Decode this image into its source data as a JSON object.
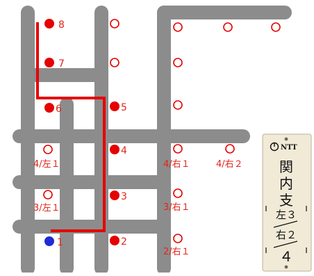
{
  "colors": {
    "road": "#8c8c8c",
    "route": "#e60000",
    "pole_red": "#e60000",
    "pole_blue": "#1f2bd6",
    "plate_bg": "#f1ead7",
    "plate_ink": "#111111"
  },
  "markers": [
    {
      "id": "pole-8",
      "label": "8",
      "style": "filled-red"
    },
    {
      "id": "pole-7",
      "label": "7",
      "style": "filled-red"
    },
    {
      "id": "pole-6",
      "label": "6",
      "style": "filled-red"
    },
    {
      "id": "pole-5",
      "label": "5",
      "style": "filled-red"
    },
    {
      "id": "pole-4",
      "label": "4",
      "style": "filled-red"
    },
    {
      "id": "pole-3",
      "label": "3",
      "style": "filled-red"
    },
    {
      "id": "pole-2",
      "label": "2",
      "style": "filled-red"
    },
    {
      "id": "pole-1",
      "label": "1",
      "style": "filled-blue"
    },
    {
      "id": "branch-left-4",
      "label": "4/左１",
      "style": "hollow-red"
    },
    {
      "id": "branch-left-3",
      "label": "3/左１",
      "style": "hollow-red"
    },
    {
      "id": "branch-right-4-1",
      "label": "4/右１",
      "style": "hollow-red"
    },
    {
      "id": "branch-right-4-2",
      "label": "4/右２",
      "style": "hollow-red"
    },
    {
      "id": "branch-right-3",
      "label": "3/右１",
      "style": "hollow-red"
    },
    {
      "id": "branch-right-2",
      "label": "2/右１",
      "style": "hollow-red"
    }
  ],
  "plate": {
    "logo": "NTT",
    "title_chars": [
      "関",
      "内",
      "支"
    ],
    "line1": "左３",
    "line2": "右２",
    "line3": "４"
  }
}
